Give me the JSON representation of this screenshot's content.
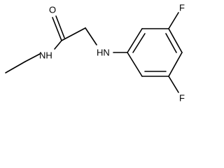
{
  "structure": {
    "atoms": {
      "carbonyl_oxygen": "O",
      "amide_nitrogen": "NH",
      "amine_nitrogen": "HN",
      "fluorine_top": "F",
      "fluorine_bottom": "F"
    }
  },
  "colors": {
    "bond": "#000000",
    "text": "#000000",
    "background": "#ffffff"
  }
}
